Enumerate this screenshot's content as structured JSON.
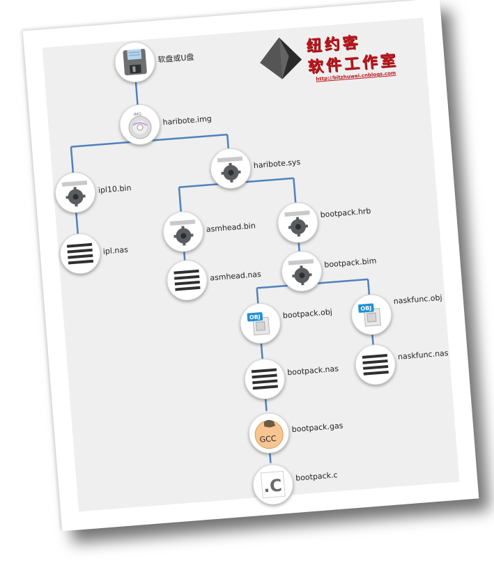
{
  "nodes": {
    "floppy": "软盘或U盘",
    "haribote_img": "haribote.img",
    "ipl10_bin": "ipl10.bin",
    "ipl_nas": "ipl.nas",
    "haribote_sys": "haribote.sys",
    "asmhead_bin": "asmhead.bin",
    "asmhead_nas": "asmhead.nas",
    "bootpack_hrb": "bootpack.hrb",
    "bootpack_bim": "bootpack.bim",
    "bootpack_obj": "bootpack.obj",
    "naskfunc_obj": "naskfunc.obj",
    "bootpack_nas": "bootpack.nas",
    "naskfunc_nas": "naskfunc.nas",
    "bootpack_gas": "bootpack.gas",
    "bootpack_c": "bootpack.c"
  },
  "icons": {
    "img_badge": "IMG",
    "obj_badge": "OBJ",
    "gcc_badge": "GCC",
    "c_badge": ".C"
  },
  "logo": {
    "line1": "纽约客",
    "line2": "软件工作室",
    "url": "http://bitzhuwei.cnblogs.com"
  },
  "colors": {
    "connector": "#4f81bd",
    "logo_red": "#c0171d",
    "panel_bg": "#efefef"
  }
}
